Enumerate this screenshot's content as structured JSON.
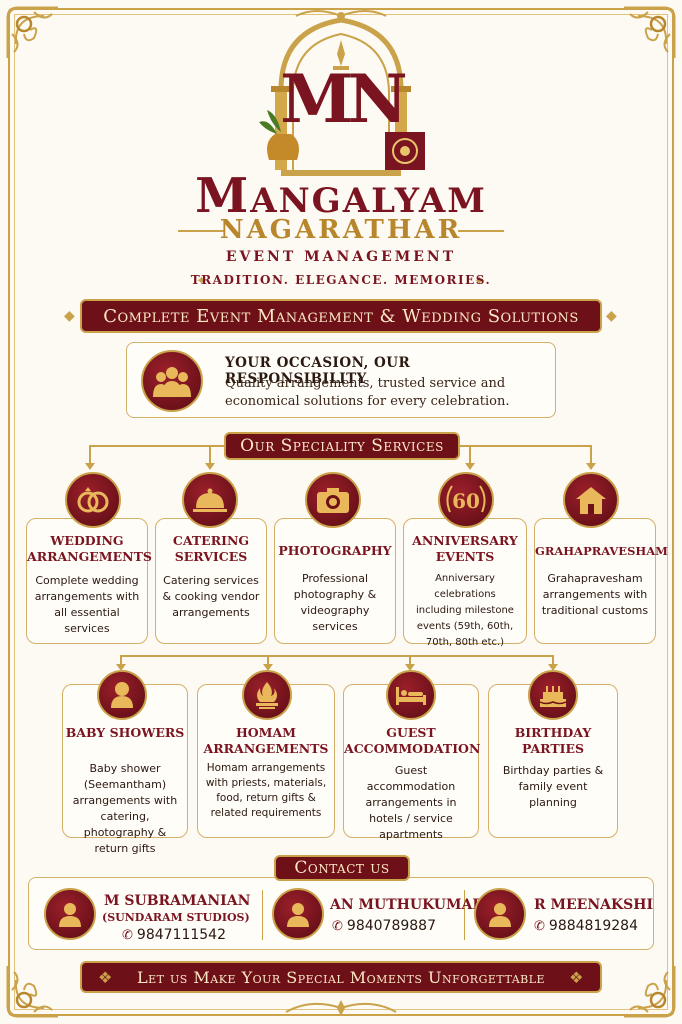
{
  "brand": {
    "name": "Mangalyam",
    "subname": "NAGARATHAR",
    "division": "EVENT MANAGEMENT",
    "tagline": "TRADITION. ELEGANCE. MEMORIES.",
    "monogram": "MN"
  },
  "headline": "Complete Event Management & Wedding Solutions",
  "responsibility": {
    "title": "YOUR OCCASION, OUR RESPONSIBILITY",
    "text": "Quality arrangements, trusted service and economical solutions for every celebration.",
    "icon": "group-icon"
  },
  "services_heading": "Our Speciality Services",
  "services_row1": [
    {
      "title": "WEDDING ARRANGEMENTS",
      "desc": "Complete wedding arrangements with all essential services",
      "icon": "rings-icon"
    },
    {
      "title": "CATERING SERVICES",
      "desc": "Catering services & cooking vendor arrangements",
      "icon": "cloche-icon"
    },
    {
      "title": "PHOTOGRAPHY",
      "desc": "Professional photography & videography services",
      "icon": "camera-icon"
    },
    {
      "title": "ANNIVERSARY EVENTS",
      "desc": "Anniversary celebrations including milestone events (59th, 60th, 70th, 80th etc.)",
      "icon": "sixty-laurel-icon",
      "badge": "60"
    },
    {
      "title": "GRAHAPRAVESHAM",
      "desc": "Grahapravesham arrangements with traditional customs",
      "icon": "house-icon"
    }
  ],
  "services_row2": [
    {
      "title": "BABY SHOWERS",
      "desc": "Baby shower (Seemantham) arrangements with catering, photography & return gifts",
      "icon": "baby-icon"
    },
    {
      "title": "HOMAM ARRANGEMENTS",
      "desc": "Homam arrangements with priests, materials, food, return gifts & related requirements",
      "icon": "fire-icon"
    },
    {
      "title": "GUEST ACCOMMODATION",
      "desc": "Guest accommodation arrangements in hotels / service apartments",
      "icon": "bed-icon"
    },
    {
      "title": "BIRTHDAY PARTIES",
      "desc": "Birthday parties & family event planning",
      "icon": "cake-icon"
    }
  ],
  "contact_heading": "Contact us",
  "contacts": [
    {
      "name": "M SUBRAMANIAN",
      "sub": "(SUNDARAM STUDIOS)",
      "phone": "9847111542"
    },
    {
      "name": "AN MUTHUKUMAR",
      "sub": "",
      "phone": "9840789887"
    },
    {
      "name": "R MEENAKSHI",
      "sub": "",
      "phone": "9884819284"
    }
  ],
  "footer": "Let us Make Your Special Moments Unforgettable",
  "colors": {
    "maroon": "#6e1018",
    "gold": "#c9a24a",
    "cream": "#fdfaf3"
  }
}
